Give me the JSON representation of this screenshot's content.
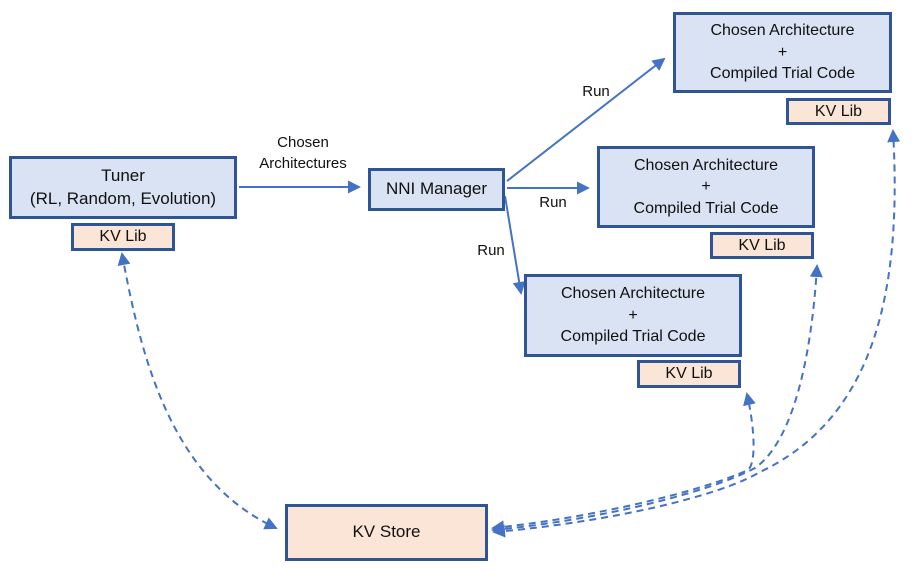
{
  "colors": {
    "node_border": "#2f5597",
    "node_fill_blue": "#dae3f3",
    "node_fill_peach": "#fbe5d6",
    "arrow": "#4472c4"
  },
  "nodes": {
    "tuner": {
      "title": "Tuner",
      "subtitle": "(RL, Random, Evolution)",
      "kv_lib": "KV Lib"
    },
    "nni_manager": "NNI Manager",
    "trials": [
      {
        "line1": "Chosen Architecture",
        "line2": "+",
        "line3": "Compiled Trial Code",
        "kv_lib": "KV Lib"
      },
      {
        "line1": "Chosen Architecture",
        "line2": "+",
        "line3": "Compiled Trial Code",
        "kv_lib": "KV Lib"
      },
      {
        "line1": "Chosen Architecture",
        "line2": "+",
        "line3": "Compiled Trial Code",
        "kv_lib": "KV Lib"
      }
    ],
    "kv_store": "KV Store"
  },
  "edge_labels": {
    "tuner_to_manager_line1": "Chosen",
    "tuner_to_manager_line2": "Architectures",
    "run_top": "Run",
    "run_middle": "Run",
    "run_bottom": "Run"
  }
}
